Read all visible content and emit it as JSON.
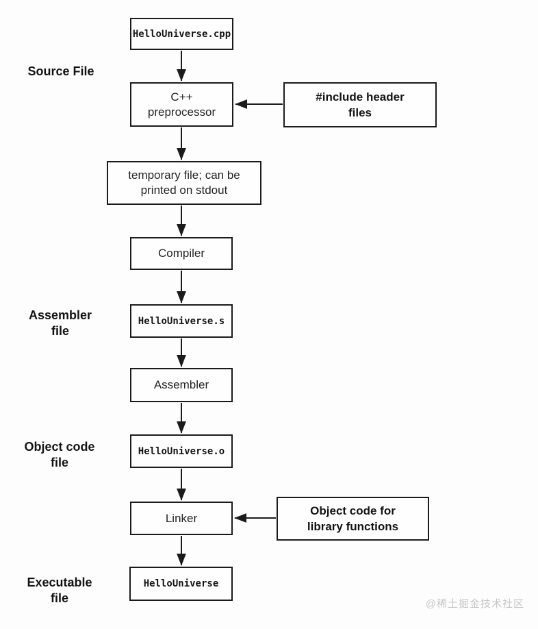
{
  "colors": {
    "background": "#fdfdfd",
    "line": "#1b1b1b",
    "box_background": "#fefefe",
    "watermark": "#c6c6c6"
  },
  "stage_labels": {
    "source_file": [
      "Source File"
    ],
    "assembler_file": [
      "Assembler",
      "file"
    ],
    "object_code_file": [
      "Object code",
      "file"
    ],
    "executable_file": [
      "Executable",
      "file"
    ]
  },
  "nodes": {
    "source": "HelloUniverse.cpp",
    "preprocessor": [
      "C++",
      "preprocessor"
    ],
    "temp_file": [
      "temporary file; can be",
      "printed on stdout"
    ],
    "compiler": "Compiler",
    "assembly": "HelloUniverse.s",
    "assembler": "Assembler",
    "object": "HelloUniverse.o",
    "linker": "Linker",
    "executable": "HelloUniverse"
  },
  "inputs": {
    "headers": [
      "#include header",
      "files"
    ],
    "libraries": [
      "Object code for",
      "library functions"
    ]
  },
  "watermark": "@稀土掘金技术社区"
}
